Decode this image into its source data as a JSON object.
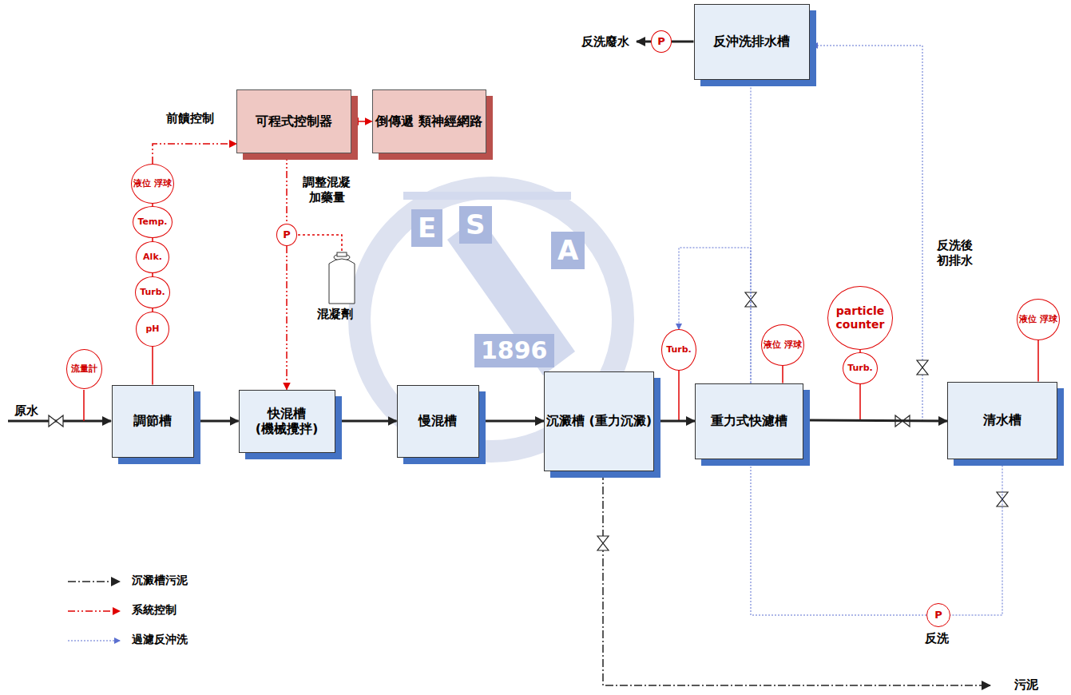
{
  "diagram": {
    "nodes": [
      {
        "text": [
          "可程式控制器"
        ]
      },
      {
        "text": [
          "倒傳遞 類神經網路"
        ]
      },
      {
        "text": [
          "液位 浮球"
        ]
      },
      {
        "text": [
          "Temp."
        ]
      },
      {
        "text": [
          "Alk."
        ]
      },
      {
        "text": [
          "Turb."
        ]
      },
      {
        "text": [
          "pH"
        ]
      },
      {
        "text": [
          "P"
        ]
      },
      {
        "text": [
          "反沖洗排水槽"
        ]
      },
      {
        "text": [
          "P"
        ]
      },
      {
        "text": [
          "流量計"
        ]
      },
      {
        "text": [
          "調節槽"
        ]
      },
      {
        "text": [
          "快混槽 (機械攪拌)"
        ]
      },
      {
        "text": [
          "慢混槽"
        ]
      },
      {
        "text": [
          "沉澱槽 (重力沉澱)"
        ]
      },
      {
        "text": [
          "Turb."
        ]
      },
      {
        "text": [
          "液位 浮球"
        ]
      },
      {
        "text": [
          "重力式快濾槽"
        ]
      },
      {
        "text": [
          "particle counter"
        ]
      },
      {
        "text": [
          "Turb."
        ]
      },
      {
        "text": [
          "液位 浮球"
        ]
      },
      {
        "text": [
          "清水槽"
        ]
      },
      {
        "text": [
          "P"
        ]
      }
    ],
    "edges": [
      {
        "from": 0,
        "to": 1,
        "arrow": "both"
      },
      {
        "from": 2,
        "to": 0,
        "arrow": "to",
        "label": "前饋控制"
      },
      {
        "from": 0,
        "to": 7,
        "arrow": "none"
      },
      {
        "from": 7,
        "to": 12,
        "arrow": "to"
      },
      {
        "from": 2,
        "to": 3,
        "arrow": "none"
      },
      {
        "from": 3,
        "to": 4,
        "arrow": "none"
      },
      {
        "from": 4,
        "to": 5,
        "arrow": "none"
      },
      {
        "from": 5,
        "to": 6,
        "arrow": "none"
      },
      {
        "from": 6,
        "to": 11,
        "arrow": "none"
      },
      {
        "from": 11,
        "to": 12,
        "arrow": "to"
      },
      {
        "from": 12,
        "to": 13,
        "arrow": "to"
      },
      {
        "from": 13,
        "to": 14,
        "arrow": "to"
      },
      {
        "from": 14,
        "to": 17,
        "arrow": "to"
      },
      {
        "from": 17,
        "to": 21,
        "arrow": "to"
      },
      {
        "from": 8,
        "to": 9,
        "arrow": "none"
      },
      {
        "from": 17,
        "to": 8,
        "arrow": "to"
      },
      {
        "from": 16,
        "to": 17,
        "arrow": "none"
      },
      {
        "from": 18,
        "to": 19,
        "arrow": "none"
      },
      {
        "from": 20,
        "to": 21,
        "arrow": "none"
      },
      {
        "from": 21,
        "to": 22,
        "arrow": "none"
      },
      {
        "from": 22,
        "to": 17,
        "arrow": "to"
      },
      {
        "from": 17,
        "to": 15,
        "arrow": "to"
      }
    ],
    "labels": [
      "原水",
      "調整混凝 加藥量",
      "混凝劑",
      "反洗廢水",
      "反洗後 初排水",
      "反洗",
      "污泥",
      "E",
      "S",
      "A",
      "1896"
    ],
    "legend": [
      {
        "text": "沉澱槽污泥"
      },
      {
        "text": "系統控制"
      },
      {
        "text": "過濾反沖洗"
      }
    ]
  }
}
